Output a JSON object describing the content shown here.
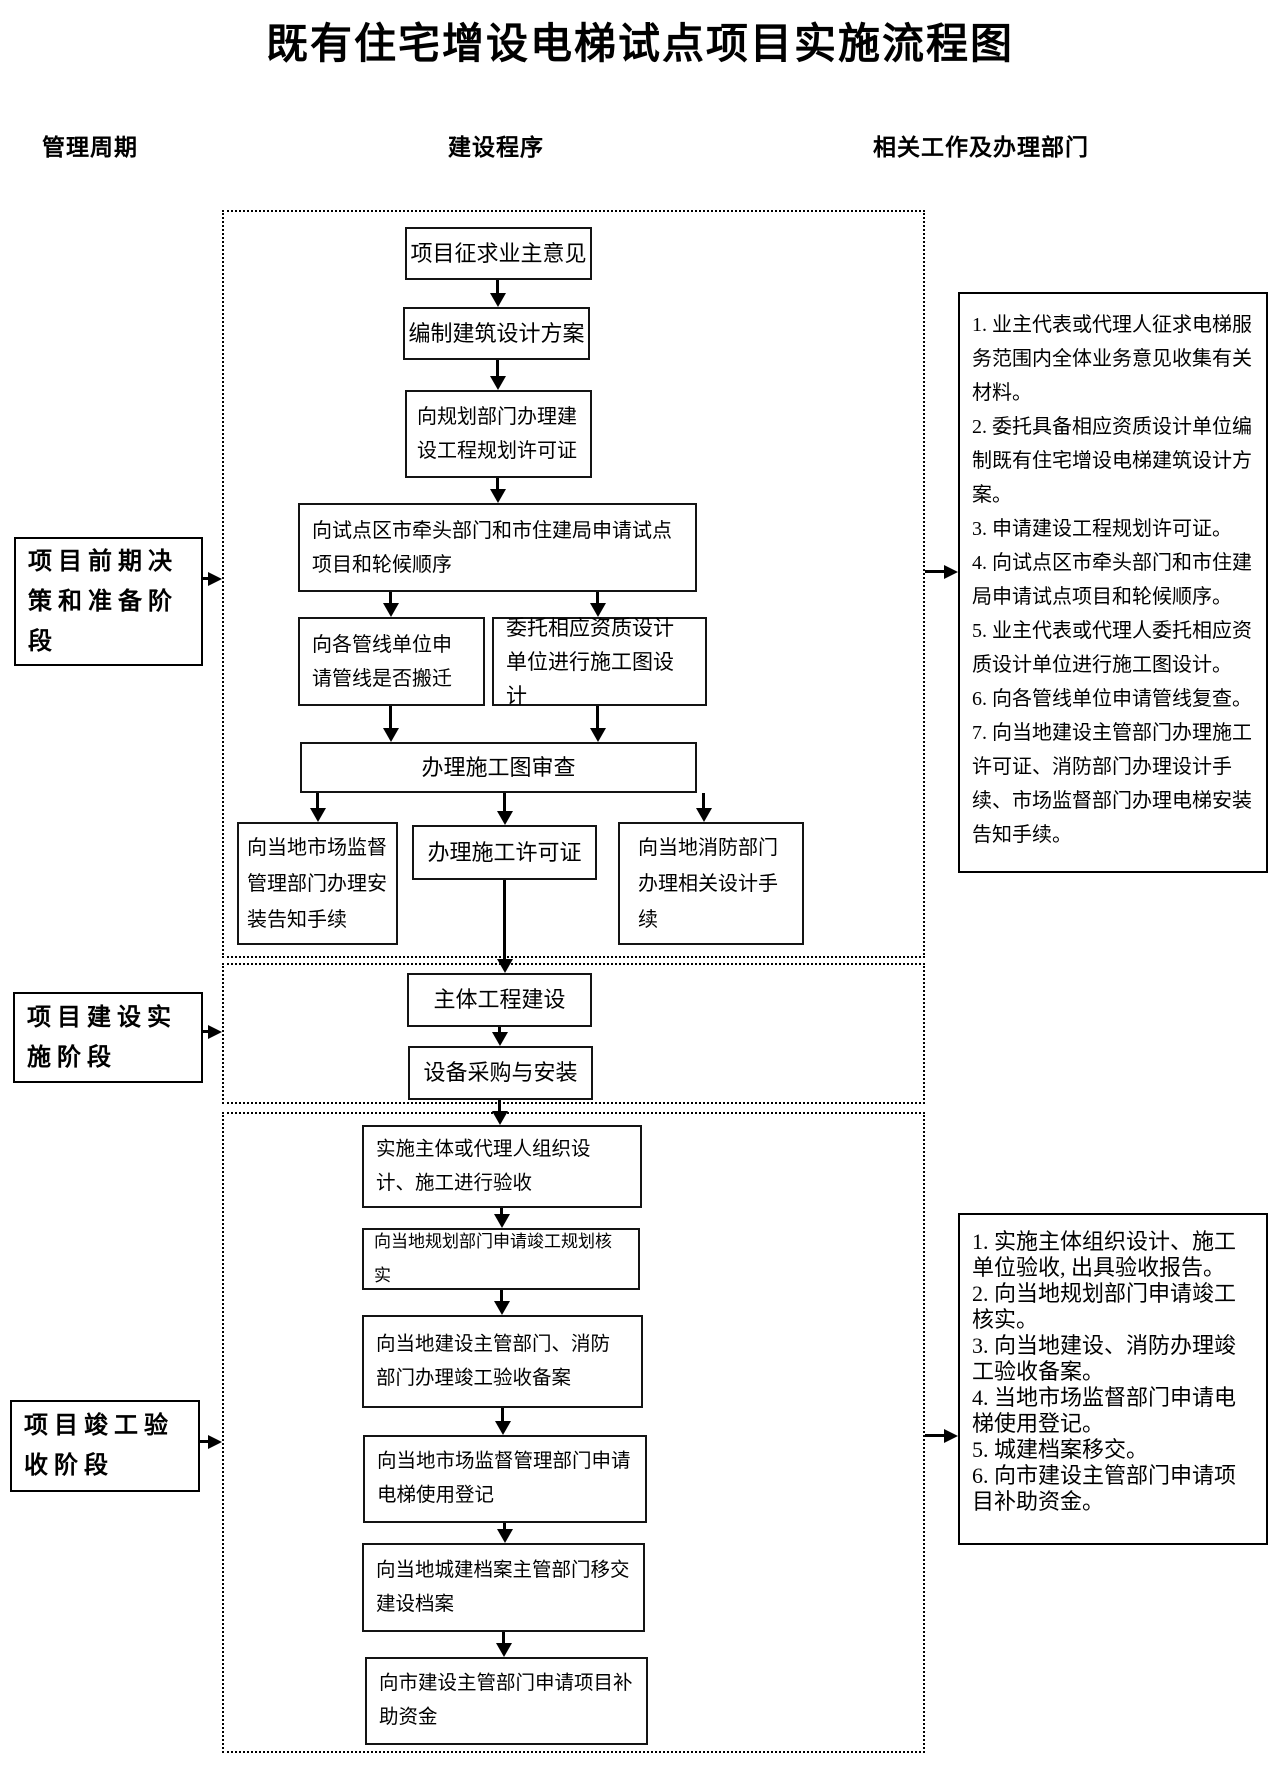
{
  "title": "既有住宅增设电梯试点项目实施流程图",
  "columns": {
    "left": "管理周期",
    "middle": "建设程序",
    "right": "相关工作及办理部门"
  },
  "stages": {
    "s1": "项目前期决策和准备阶段",
    "s2": "项目建设实施阶段",
    "s3": "项目竣工验收阶段"
  },
  "boxes": {
    "b1": "项目征求业主意见",
    "b2": "编制建筑设计方案",
    "b3": "向规划部门办理建设工程规划许可证",
    "b4": "向试点区市牵头部门和市住建局申请试点项目和轮候顺序",
    "b5": "向各管线单位申请管线是否搬迁",
    "b6": "委托相应资质设计单位进行施工图设计",
    "b7": "办理施工图审查",
    "b8": "向当地市场监督管理部门办理安装告知手续",
    "b9": "办理施工许可证",
    "b10": "向当地消防部门办理相关设计手续",
    "b11": "主体工程建设",
    "b12": "设备采购与安装",
    "b13": "实施主体或代理人组织设计、施工进行验收",
    "b14": "向当地规划部门申请竣工规划核实",
    "b15": "向当地建设主管部门、消防部门办理竣工验收备案",
    "b16": "向当地市场监督管理部门申请电梯使用登记",
    "b17": "向当地城建档案主管部门移交建设档案",
    "b18": "向市建设主管部门申请项目补助资金"
  },
  "notes": {
    "note1": {
      "items": [
        "1. 业主代表或代理人征求电梯服务范围内全体业务意见收集有关材料。",
        "2. 委托具备相应资质设计单位编制既有住宅增设电梯建筑设计方案。",
        "3. 申请建设工程规划许可证。",
        "4. 向试点区市牵头部门和市住建局申请试点项目和轮候顺序。",
        "5. 业主代表或代理人委托相应资质设计单位进行施工图设计。",
        "6. 向各管线单位申请管线复查。",
        "7. 向当地建设主管部门办理施工许可证、消防部门办理设计手续、市场监督部门办理电梯安装告知手续。"
      ]
    },
    "note2": {
      "items": [
        "1. 实施主体组织设计、施工单位验收, 出具验收报告。",
        "2. 向当地规划部门申请竣工核实。",
        "3. 向当地建设、消防办理竣工验收备案。",
        "4. 当地市场监督部门申请电梯使用登记。",
        "5. 城建档案移交。",
        "6. 向市建设主管部门申请项目补助资金。"
      ]
    }
  }
}
